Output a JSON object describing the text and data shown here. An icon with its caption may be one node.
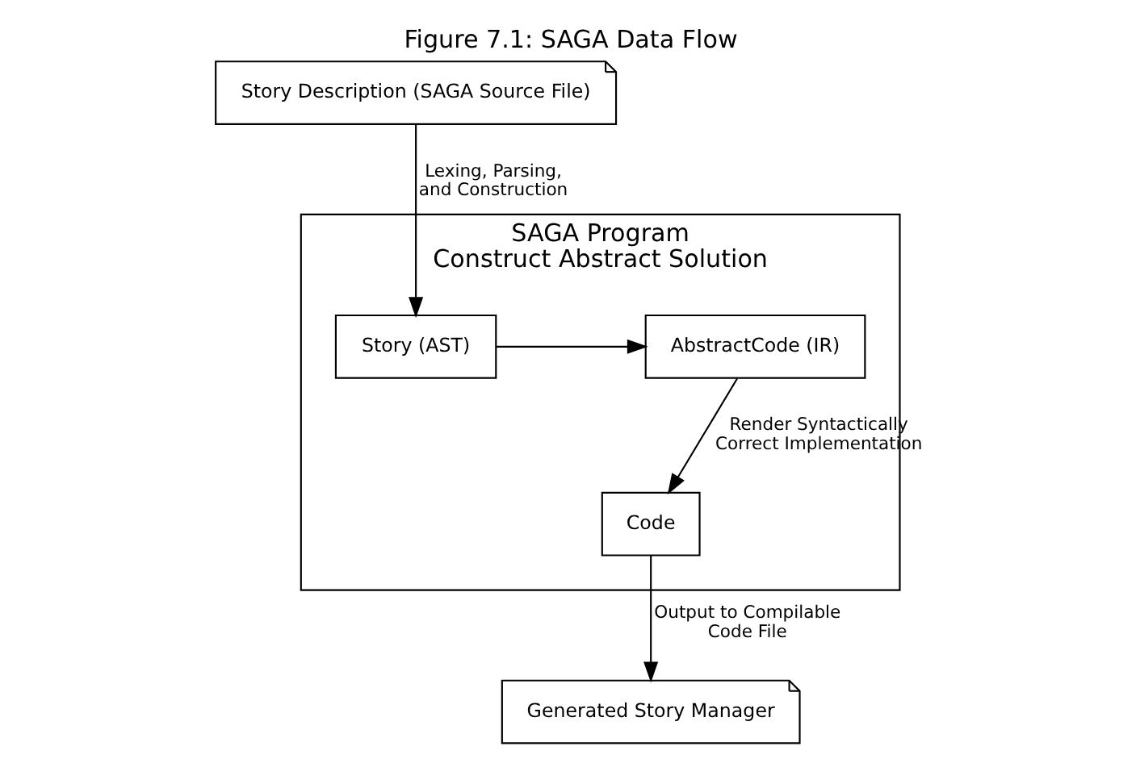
{
  "diagram": {
    "title": "Figure 7.1: SAGA Data Flow",
    "nodes": [
      {
        "text": [
          "Story Description (SAGA Source File)"
        ]
      },
      {
        "text": [
          "SAGA Program",
          "Construct Abstract Solution"
        ]
      },
      {
        "text": [
          "Story (AST)"
        ],
        "in": 1
      },
      {
        "text": [
          "AbstractCode (IR)"
        ],
        "in": 1
      },
      {
        "text": [
          "Code"
        ],
        "in": 1
      },
      {
        "text": [
          "Generated Story Manager"
        ]
      }
    ],
    "edges": [
      {
        "from": 0,
        "to": 2,
        "arrow": "to",
        "label": "Lexing, Parsing, and Construction"
      },
      {
        "from": 2,
        "to": 3,
        "arrow": "to"
      },
      {
        "from": 3,
        "to": 4,
        "arrow": "to",
        "label": "Render Syntactically Correct Implementation"
      },
      {
        "from": 4,
        "to": 5,
        "arrow": "to",
        "label": "Output to Compilable Code File"
      }
    ]
  }
}
